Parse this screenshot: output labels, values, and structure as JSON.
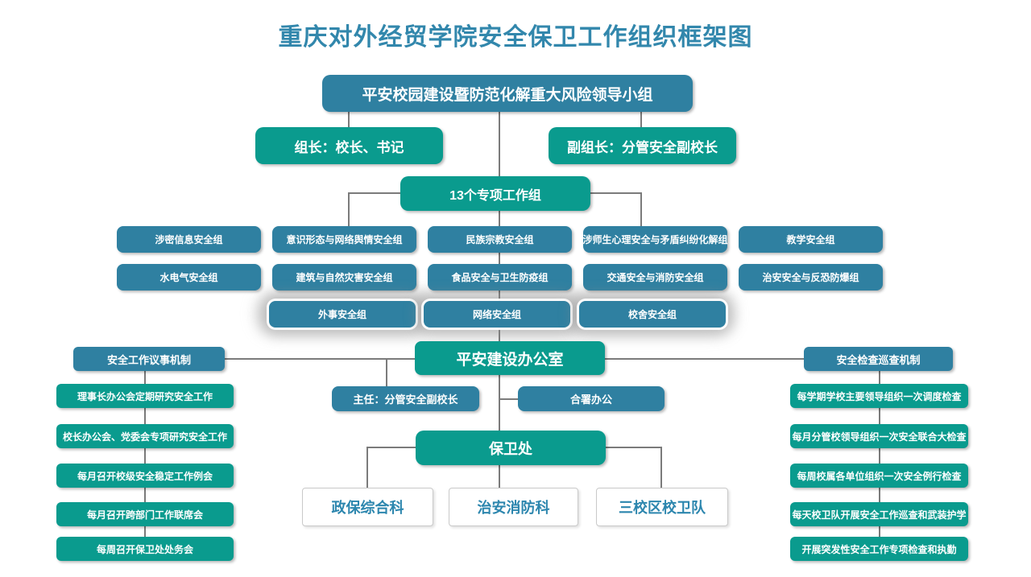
{
  "title": "重庆对外经贸学院安全保卫工作组织框架图",
  "colors": {
    "title_text": "#3287ac",
    "teal_blue_box": "#2f80a1",
    "teal_green_box": "#0a9b8e",
    "connector_line": "#7b7b7b",
    "white_box_text": "#2c86ae"
  },
  "leadership": {
    "root": "平安校园建设暨防范化解重大风险领导小组",
    "leader": "组长：校长、书记",
    "deputy": "副组长：分管安全副校长"
  },
  "work_groups": {
    "header": "13个专项工作组",
    "row1": [
      "涉密信息安全组",
      "意识形态与网络舆情安全组",
      "民族宗教安全组",
      "涉师生心理安全与矛盾纠纷化解组",
      "教学安全组"
    ],
    "row2": [
      "水电气安全组",
      "建筑与自然灾害安全组",
      "食品安全与卫生防疫组",
      "交通安全与消防安全组",
      "治安安全与反恐防爆组"
    ],
    "row3": [
      "外事安全组",
      "网络安全组",
      "校舍安全组"
    ]
  },
  "office": {
    "name": "平安建设办公室",
    "director": "主任：分管安全副校长",
    "joint": "合署办公"
  },
  "meeting_mechanism": {
    "header": "安全工作议事机制",
    "items": [
      "理事长办公会定期研究安全工作",
      "校长办公会、党委会专项研究安全工作",
      "每月召开校级安全稳定工作例会",
      "每月召开跨部门工作联席会",
      "每周召开保卫处处务会"
    ]
  },
  "inspection_mechanism": {
    "header": "安全检查巡查机制",
    "items": [
      "每学期学校主要领导组织一次调度检查",
      "每月分管校领导组织一次安全联合大检查",
      "每周校属各单位组织一次安全例行检查",
      "每天校卫队开展安全工作巡查和武装护学",
      "开展突发性安全工作专项检查和执勤"
    ]
  },
  "security_department": {
    "name": "保卫处",
    "sections": [
      "政保综合科",
      "治安消防科",
      "三校区校卫队"
    ]
  }
}
